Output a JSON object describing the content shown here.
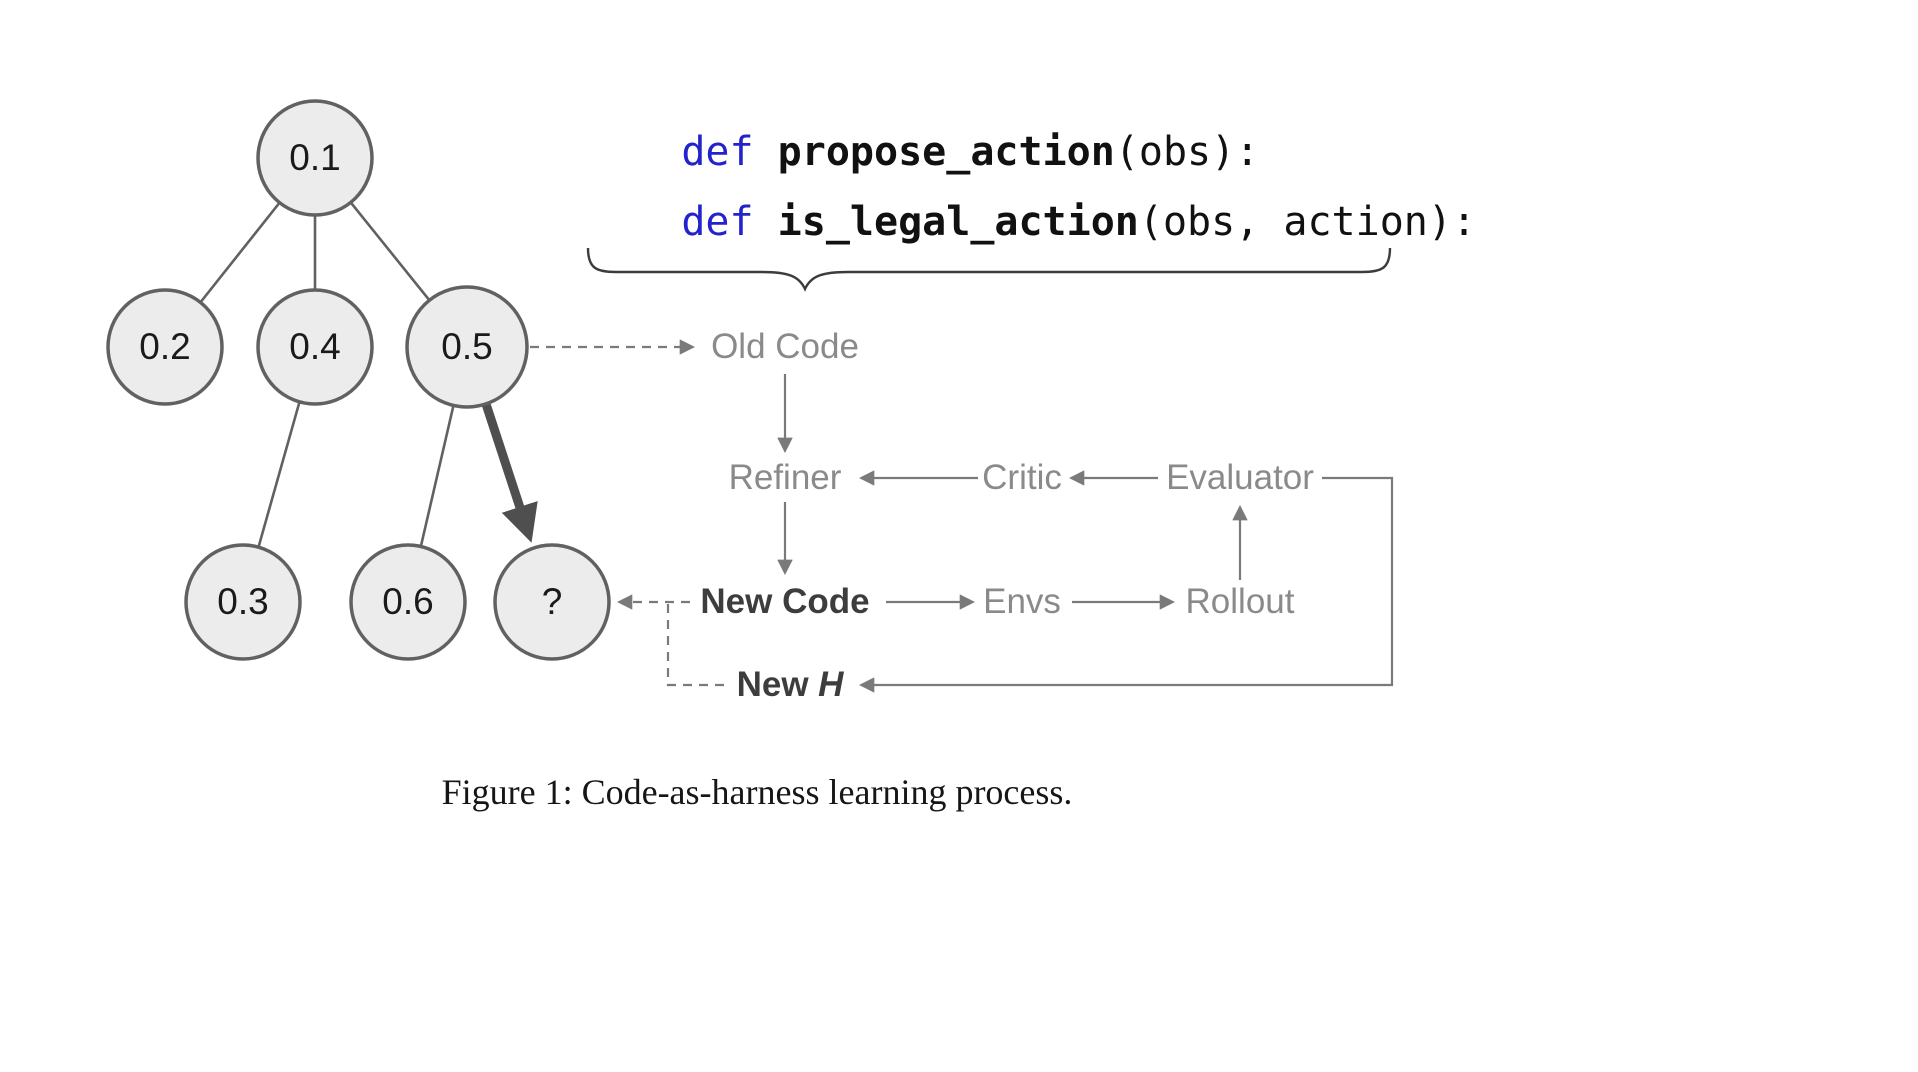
{
  "caption": "Figure 1: Code-as-harness learning process.",
  "tree": {
    "nodes": [
      {
        "label": "0.1"
      },
      {
        "label": "0.2"
      },
      {
        "label": "0.4"
      },
      {
        "label": "0.5"
      },
      {
        "label": "0.3"
      },
      {
        "label": "0.6"
      },
      {
        "label": "?"
      }
    ]
  },
  "code": {
    "line1_keyword": "def",
    "line1_name": "propose_action",
    "line1_args": "(obs):",
    "line2_keyword": "def",
    "line2_name": "is_legal_action",
    "line2_args": "(obs, action):"
  },
  "flow": {
    "old_code": "Old Code",
    "refiner": "Refiner",
    "critic": "Critic",
    "evaluator": "Evaluator",
    "new_code": "New Code",
    "envs": "Envs",
    "rollout": "Rollout",
    "new_h_text": "New",
    "new_h_symbol": "H"
  },
  "colors": {
    "background": "#ffffff",
    "node_fill": "#ececec",
    "node_stroke": "#616161",
    "node_text": "#1a1a1a",
    "edge": "#616161",
    "thick_arrow": "#4f4f4f",
    "code_keyword": "#2323cc",
    "code_text": "#111111",
    "flow_text": "#8a8a8a",
    "emphasis_text": "#3d3d3d",
    "arrow": "#7a7a7a",
    "brace": "#3c3c3c",
    "caption": "#161616"
  }
}
